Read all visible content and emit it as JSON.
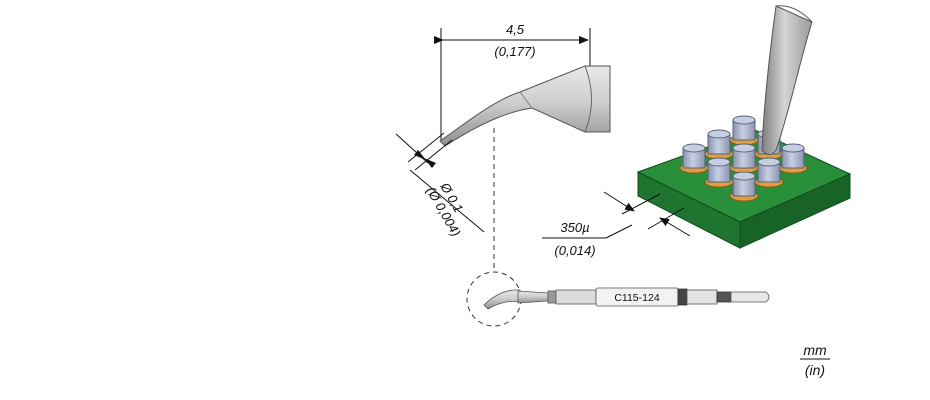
{
  "dimensions": {
    "length_mm": "4,5",
    "length_in": "(0,177)",
    "tip_mm": "Ø 0,1",
    "tip_in": "(Ø 0,004)",
    "pitch_mm": "350µ",
    "pitch_in": "(0,014)"
  },
  "part_number": "C115-124",
  "units": {
    "primary": "mm",
    "secondary": "(in)"
  },
  "colors": {
    "pcb": "#2a8f3a",
    "pad": "#e0a040",
    "component": "#aab4cc",
    "tip": "#bdbdbd"
  }
}
